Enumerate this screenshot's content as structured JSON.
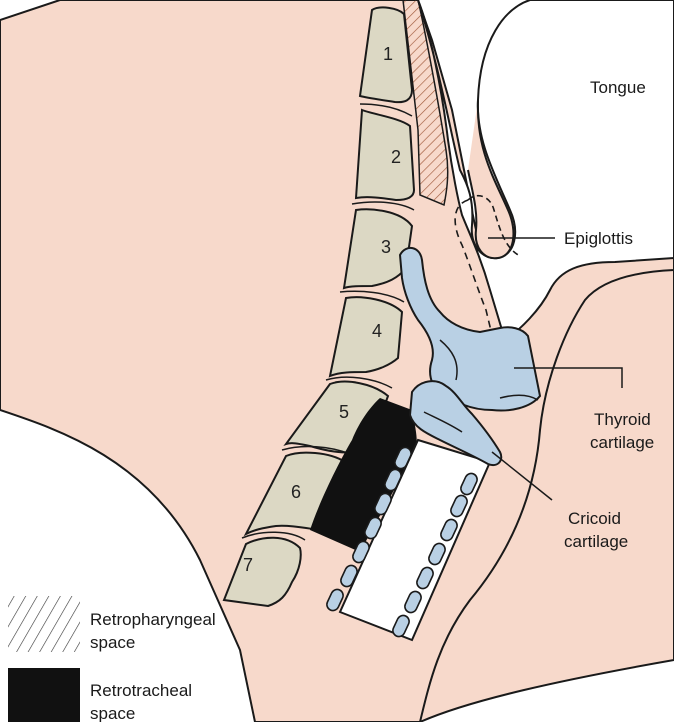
{
  "colors": {
    "skin": "#f7d9cb",
    "bone": "#dcd8c4",
    "cartilage": "#b9d0e4",
    "retrotracheal": "#111111",
    "outline": "#1a1a1a"
  },
  "labels": {
    "tongue": "Tongue",
    "epiglottis": "Epiglottis",
    "thyroid_line1": "Thyroid",
    "thyroid_line2": "cartilage",
    "cricoid_line1": "Cricoid",
    "cricoid_line2": "cartilage"
  },
  "vertebrae": [
    "1",
    "2",
    "3",
    "4",
    "5",
    "6",
    "7"
  ],
  "legend": {
    "retropharyngeal_line1": "Retropharyngeal",
    "retropharyngeal_line2": "space",
    "retrotracheal_line1": "Retrotracheal",
    "retrotracheal_line2": "space"
  }
}
